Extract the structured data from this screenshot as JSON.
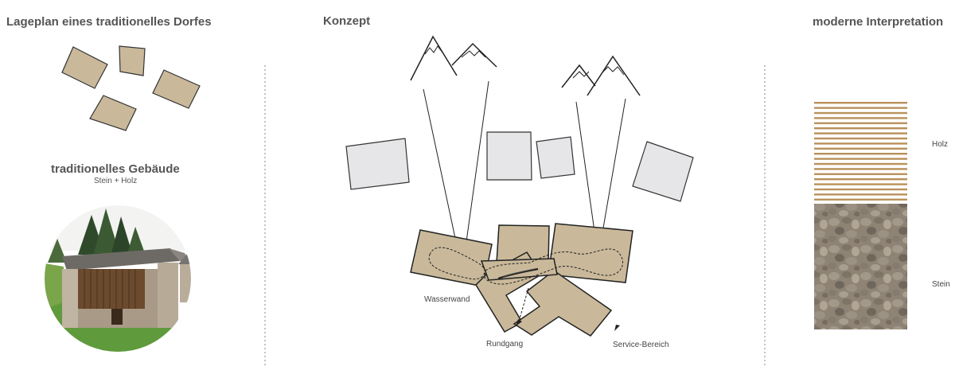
{
  "left": {
    "title": "Lageplan eines traditionelles Dorfes",
    "building_title": "traditionelles Gebäude",
    "building_subtitle": "Stein + Holz"
  },
  "center": {
    "title": "Konzept",
    "labels": {
      "wasserwand": "Wasserwand",
      "rundgang": "Rundgang",
      "service": "Service-Bereich"
    }
  },
  "right": {
    "title": "moderne Interpretation",
    "labels": {
      "holz": "Holz",
      "stein": "Stein"
    }
  },
  "colors": {
    "plot_fill": "#c9b99a",
    "gray_box": "#e6e6e8",
    "text": "#555555",
    "wood": "#b8905a"
  }
}
